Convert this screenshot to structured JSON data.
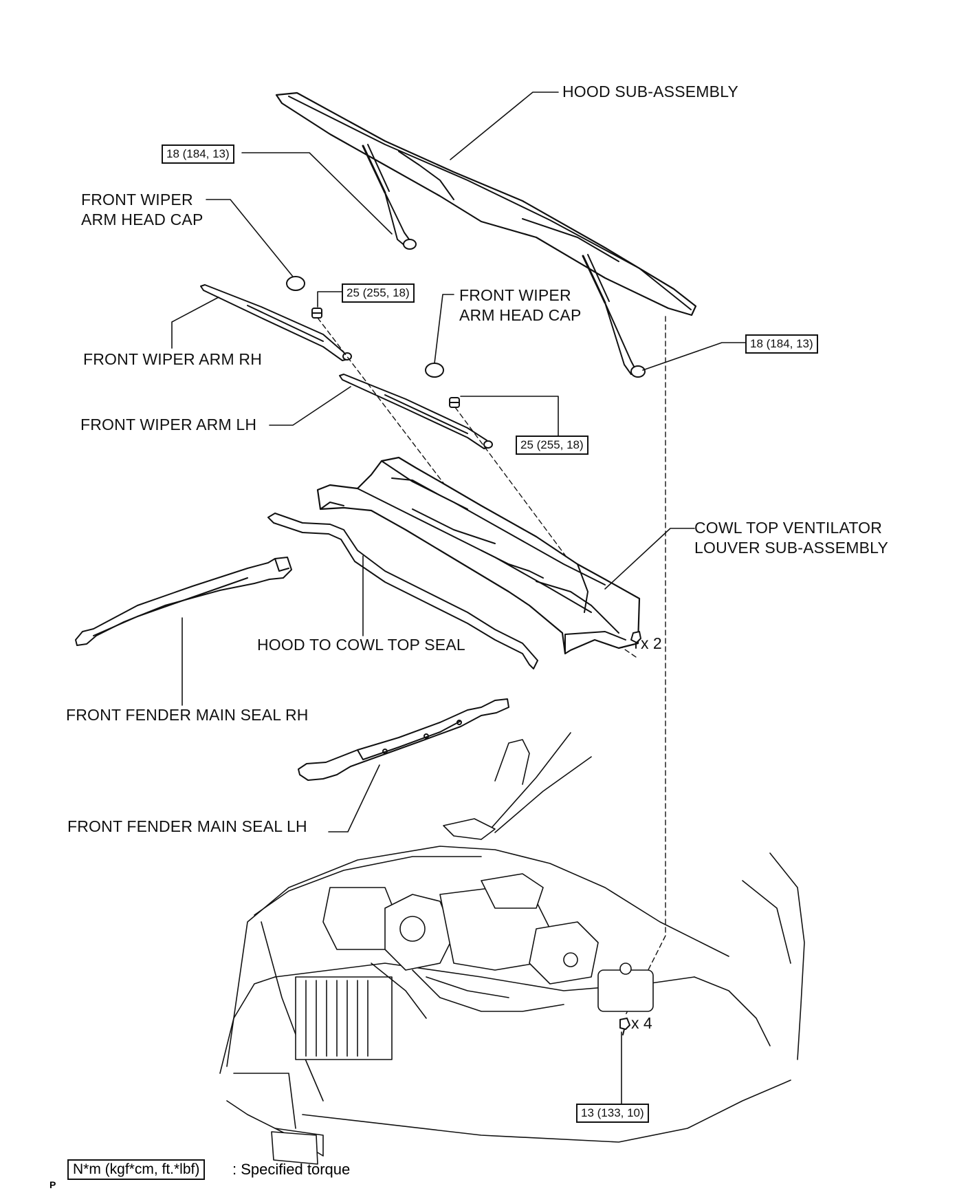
{
  "labels": {
    "hood": "HOOD SUB-ASSEMBLY",
    "wiper_cap_rh_1": "FRONT WIPER",
    "wiper_cap_rh_2": "ARM HEAD CAP",
    "wiper_cap_lh_1": "FRONT WIPER",
    "wiper_cap_lh_2": "ARM HEAD CAP",
    "wiper_arm_rh": "FRONT WIPER ARM RH",
    "wiper_arm_lh": "FRONT WIPER ARM LH",
    "cowl_1": "COWL TOP VENTILATOR",
    "cowl_2": "LOUVER SUB-ASSEMBLY",
    "hood_seal": "HOOD TO COWL TOP SEAL",
    "fender_rh": "FRONT FENDER MAIN SEAL RH",
    "fender_lh": "FRONT FENDER MAIN SEAL LH"
  },
  "torques": {
    "hood_support_left": "18 (184, 13)",
    "hood_support_right": "18 (184, 13)",
    "wiper_nut_rh": "25 (255, 18)",
    "wiper_nut_lh": "25 (255, 18)",
    "hood_bolts": "13 (133, 10)"
  },
  "quantities": {
    "cowl_clips": "x 2",
    "hood_bolts": "x 4"
  },
  "legend": {
    "units": "N*m (kgf*cm, ft.*lbf)",
    "description": ": Specified torque"
  },
  "footer": "P"
}
